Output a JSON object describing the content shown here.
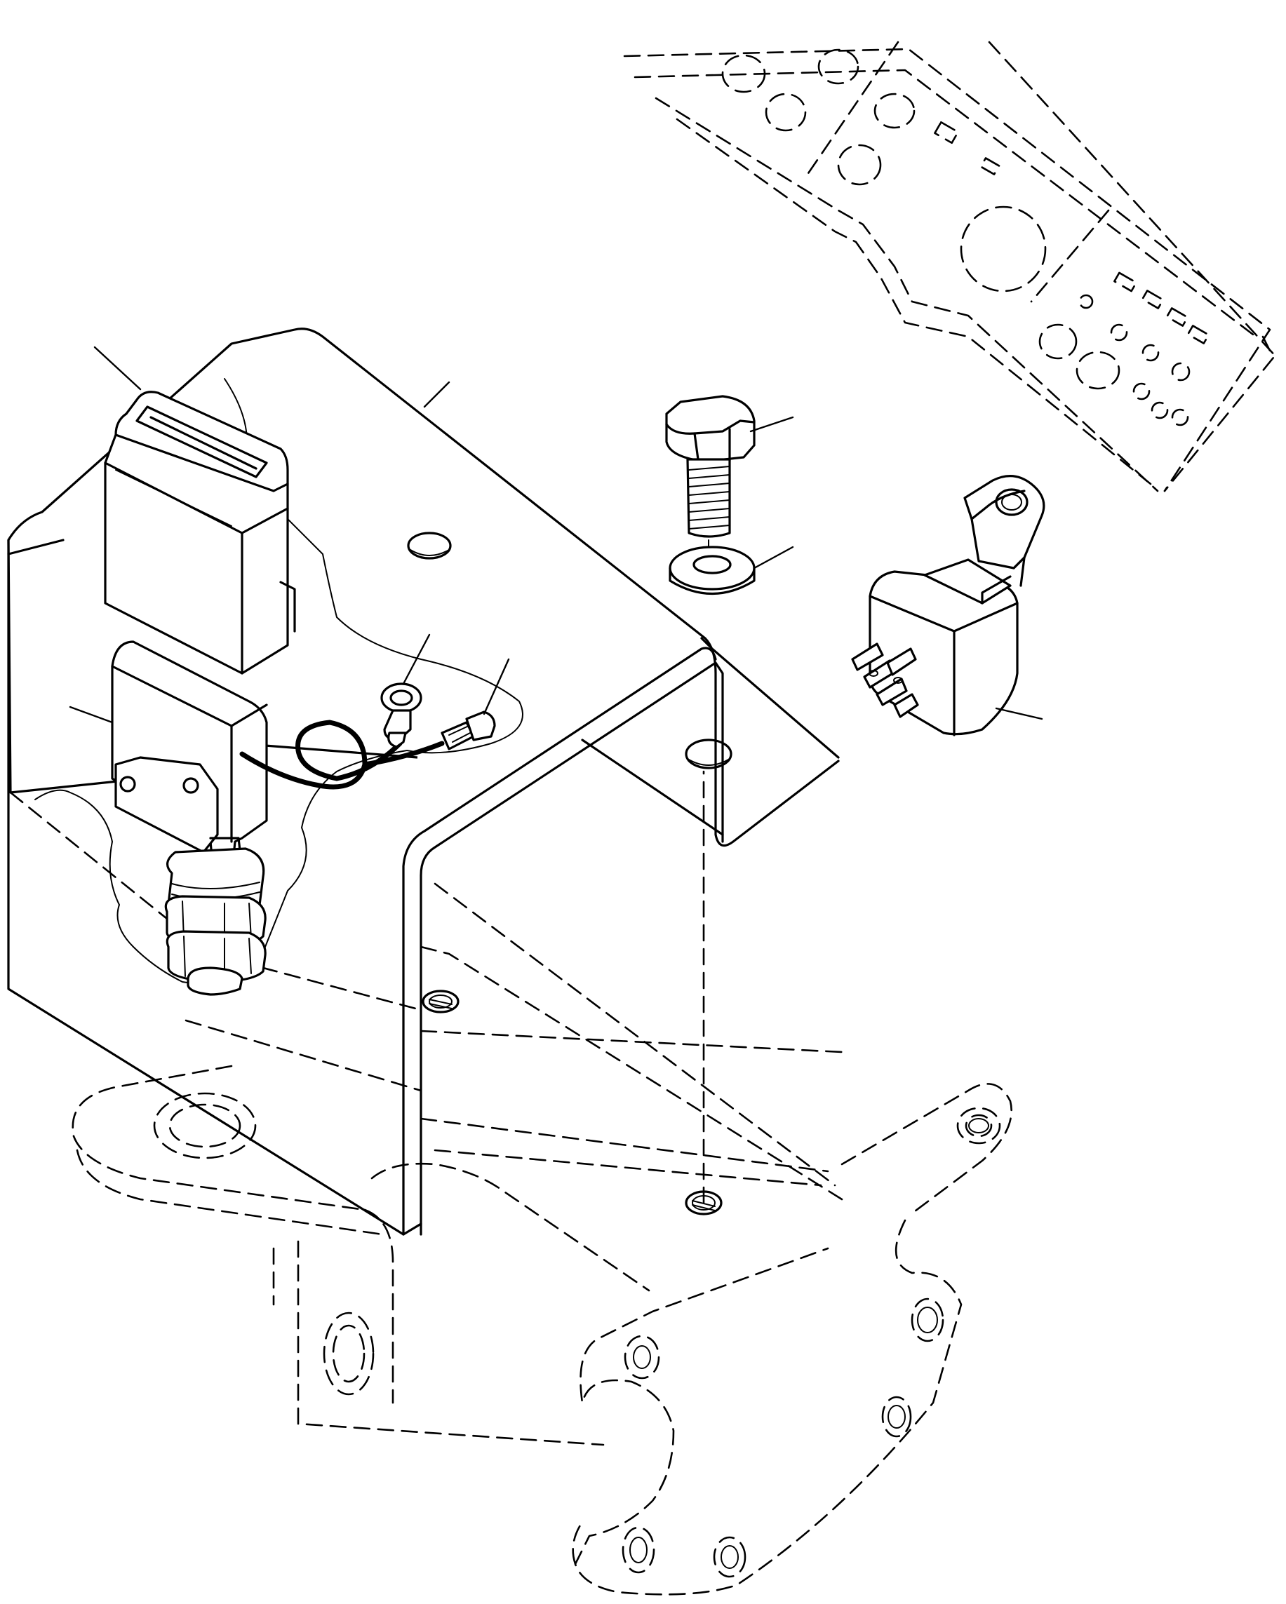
{
  "drawing": {
    "colors": {
      "line": "#000000",
      "background": "#ffffff"
    },
    "components": [
      "frame-rail",
      "mounting-bracket",
      "relay-cover",
      "push-switch",
      "ring-terminal",
      "wire-connector",
      "hex-bolt",
      "flat-washer",
      "relay",
      "frame-mount-plate"
    ],
    "callout_count": 8
  }
}
